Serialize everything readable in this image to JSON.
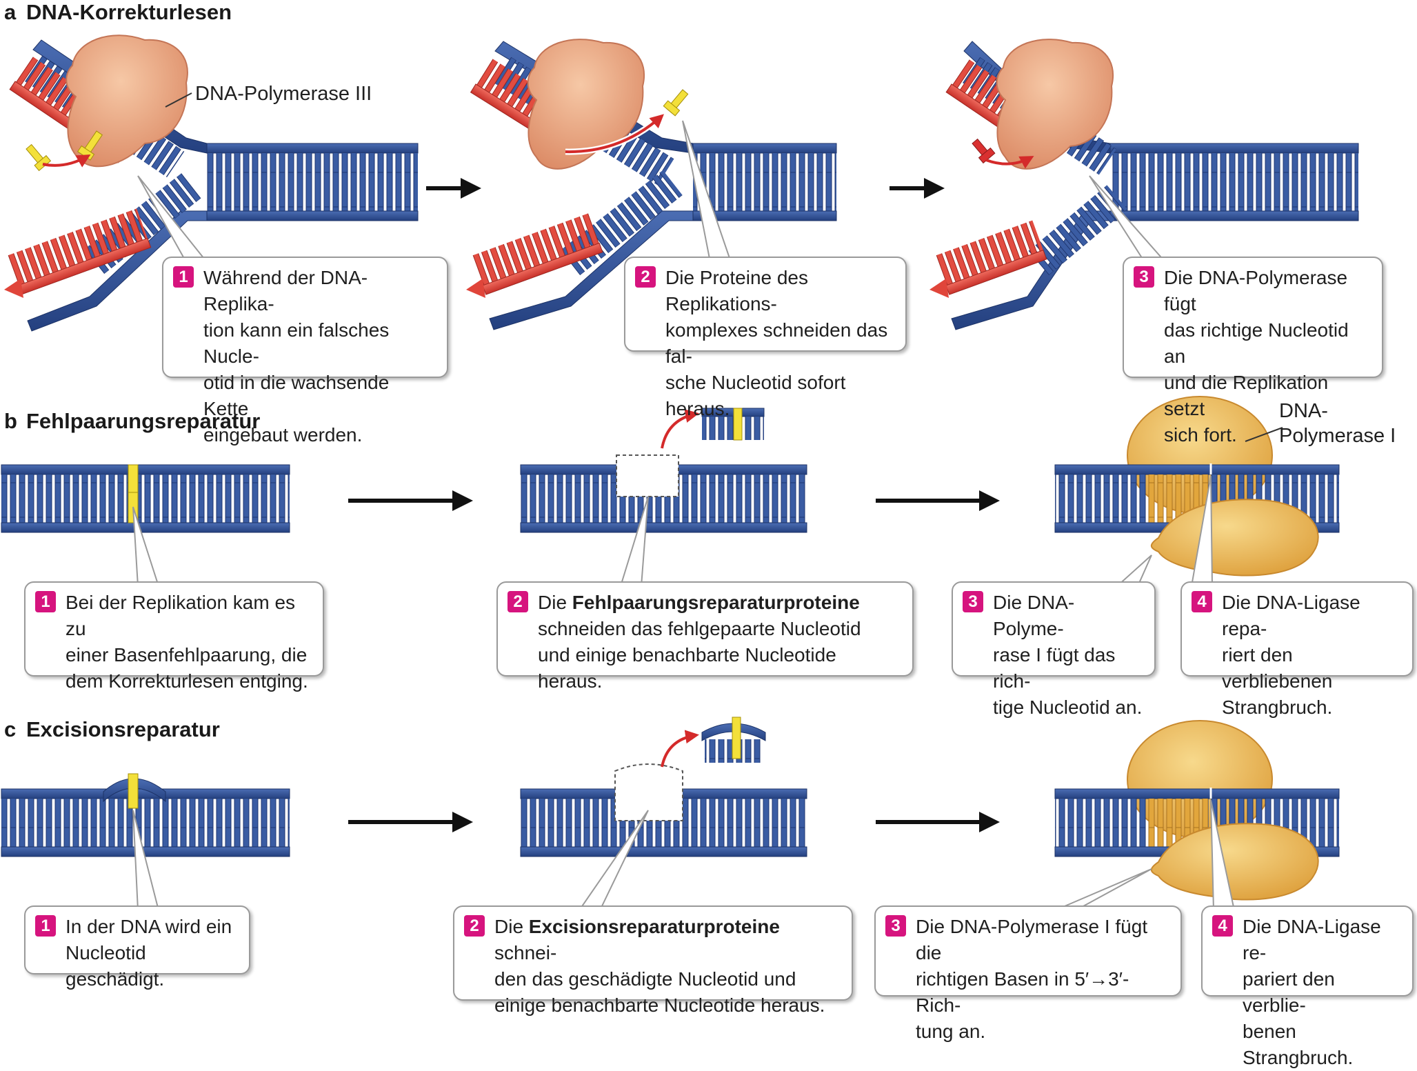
{
  "sections": {
    "a": {
      "letter": "a",
      "title": "DNA-Korrekturlesen"
    },
    "b": {
      "letter": "b",
      "title": "Fehlpaarungsreparatur"
    },
    "c": {
      "letter": "c",
      "title": "Excisionsreparatur"
    }
  },
  "labels": {
    "polymerase3": "DNA-Polymerase III",
    "polymerase1_line1": "DNA-",
    "polymerase1_line2": "Polymerase I"
  },
  "steps": {
    "a1": {
      "num": "1",
      "text": "Während der DNA-Replika-\ntion kann ein falsches Nucle-\notid in die wachsende Kette\neingebaut werden."
    },
    "a2": {
      "num": "2",
      "text": "Die Proteine des Replikations-\nkomplexes schneiden das fal-\nsche Nucleotid sofort heraus."
    },
    "a3": {
      "num": "3",
      "text": "Die DNA-Polymerase fügt\ndas richtige Nucleotid an\nund die Replikation setzt\nsich fort."
    },
    "b1": {
      "num": "1",
      "text": "Bei der Replikation kam es zu\neiner Basenfehlpaarung, die\ndem Korrekturlesen entging."
    },
    "b2": {
      "num": "2",
      "pre": "Die ",
      "bold": "Fehlpaarungsreparaturproteine",
      "post": "\nschneiden das fehlgepaarte Nucleotid\nund einige benachbarte Nucleotide heraus."
    },
    "b3": {
      "num": "3",
      "text": "Die DNA-Polyme-\nrase I fügt das rich-\ntige Nucleotid an."
    },
    "b4": {
      "num": "4",
      "text": "Die DNA-Ligase repa-\nriert den verbliebenen\nStrangbruch."
    },
    "c1": {
      "num": "1",
      "text": "In der DNA wird ein\nNucleotid geschädigt."
    },
    "c2": {
      "num": "2",
      "pre": "Die ",
      "bold": "Excisionsreparaturproteine",
      "post": " schnei-\nden das geschädigte Nucleotid und\neinige benachbarte Nucleotide heraus."
    },
    "c3": {
      "num": "3",
      "text": "Die DNA-Polymerase I fügt die\nrichtigen Basen in 5′→3′-Rich-\ntung an."
    },
    "c4": {
      "num": "4",
      "text": "Die DNA-Ligase re-\npariert den verblie-\nbenen Strangbruch."
    }
  },
  "colors": {
    "dna_blue": "#2e4f95",
    "new_strand_red": "#e0453a",
    "wrong_nucleotide_yellow": "#f3e03a",
    "polymerase3": "#e8a07a",
    "polymerase1_ligase": "#ecb453",
    "step_badge": "#d6147e",
    "arrow_red": "#d42a2a"
  }
}
